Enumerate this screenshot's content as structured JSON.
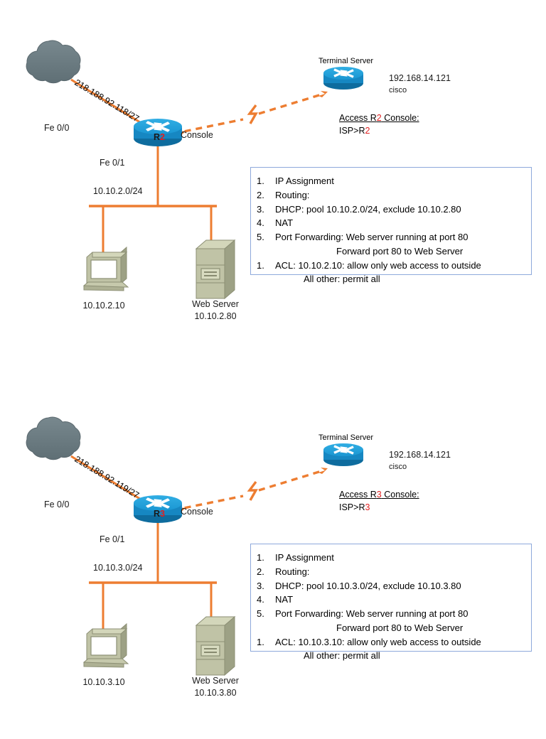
{
  "page": {
    "title": "Router Configuration Lab Topology",
    "colors": {
      "link_orange": "#ED7D31",
      "router_blue": "#1C9AD6",
      "router_blue_dark": "#11739E",
      "cloud_gray": "#6E7E84",
      "device_olive": "#B5B89A",
      "note_border": "#8ea9db",
      "accent_red": "#E02020"
    }
  },
  "diagrams": [
    {
      "id": "r2",
      "cloud": {
        "name": "internet-cloud"
      },
      "wan_label": "218.188.92.118/27",
      "interfaces": {
        "wan": "Fe 0/0",
        "lan": "Fe 0/1"
      },
      "router": {
        "prefix": "R",
        "digit": "2",
        "console_label": "Console"
      },
      "terminal_server": {
        "caption": "Terminal Server",
        "ip": "192.168.14.121",
        "password": "cisco"
      },
      "access": {
        "title_pre": "Access R",
        "title_digit": "2",
        "title_post": " Console:",
        "prompt_pre": "ISP>R",
        "prompt_digit": "2"
      },
      "lan_label": "10.10.2.0/24",
      "workstation": {
        "ip": "10.10.2.10"
      },
      "server": {
        "caption": "Web Server",
        "ip": "10.10.2.80"
      },
      "tasks": [
        {
          "num": "1.",
          "text": "IP Assignment"
        },
        {
          "num": "2.",
          "text": "Routing:"
        },
        {
          "num": "3.",
          "text": "DHCP: pool 10.10.2.0/24, exclude 10.10.2.80"
        },
        {
          "num": "4.",
          "text": "NAT"
        },
        {
          "num": "5.",
          "text": "Port Forwarding: Web server running at port 80",
          "cont": "Forward port 80 to Web Server"
        },
        {
          "num": "1.",
          "text": "ACL: 10.10.2.10: allow only web access to outside",
          "cont_b": "All other: permit all"
        }
      ]
    },
    {
      "id": "r3",
      "cloud": {
        "name": "internet-cloud"
      },
      "wan_label": "218.188.92.119/27",
      "interfaces": {
        "wan": "Fe 0/0",
        "lan": "Fe 0/1"
      },
      "router": {
        "prefix": "R",
        "digit": "3",
        "console_label": "Console"
      },
      "terminal_server": {
        "caption": "Terminal Server",
        "ip": "192.168.14.121",
        "password": "cisco"
      },
      "access": {
        "title_pre": "Access R",
        "title_digit": "3",
        "title_post": " Console:",
        "prompt_pre": "ISP>R",
        "prompt_digit": "3"
      },
      "lan_label": "10.10.3.0/24",
      "workstation": {
        "ip": "10.10.3.10"
      },
      "server": {
        "caption": "Web Server",
        "ip": "10.10.3.80"
      },
      "tasks": [
        {
          "num": "1.",
          "text": "IP Assignment"
        },
        {
          "num": "2.",
          "text": "Routing:"
        },
        {
          "num": "3.",
          "text": "DHCP: pool 10.10.3.0/24, exclude 10.10.3.80"
        },
        {
          "num": "4.",
          "text": "NAT"
        },
        {
          "num": "5.",
          "text": "Port Forwarding: Web server running at port 80",
          "cont": "Forward port 80 to Web Server"
        },
        {
          "num": "1.",
          "text": "ACL: 10.10.3.10: allow only web access to outside",
          "cont_b": "All other: permit all"
        }
      ]
    }
  ]
}
